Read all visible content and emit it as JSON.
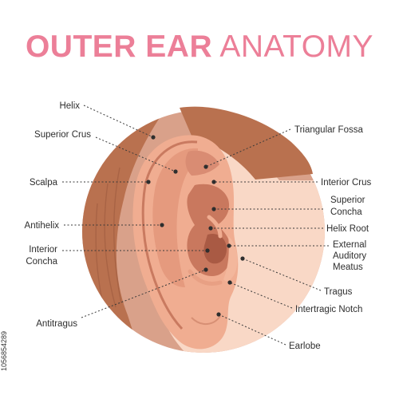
{
  "title": {
    "part1": "OUTER EAR",
    "part2": "ANATOMY"
  },
  "side_id": "1056854289",
  "colors": {
    "title": "#ec7f98",
    "circle": "#d9a18a",
    "hair": "#b9714f",
    "skin": "#f9d8c6",
    "ear": "#f0ad91",
    "ear_inner": "#d98c73",
    "ear_deep": "#b8664f",
    "leader": "#3a3a3a"
  },
  "labels": {
    "helix": "Helix",
    "superior_crus": "Superior Crus",
    "scalpa": "Scalpa",
    "antihelix": "Antihelix",
    "interior_concha_1": "Interior",
    "interior_concha_2": "Concha",
    "antitragus": "Antitragus",
    "triangular_fossa": "Triangular Fossa",
    "interior_crus": "Interior Crus",
    "superior_concha_1": "Superior",
    "superior_concha_2": "Concha",
    "helix_root": "Helix Root",
    "external_auditory_meatus_1": "External",
    "external_auditory_meatus_2": "Auditory",
    "external_auditory_meatus_3": "Meatus",
    "tragus": "Tragus",
    "intertragic_notch": "Intertragic Notch",
    "earlobe": "Earlobe"
  }
}
